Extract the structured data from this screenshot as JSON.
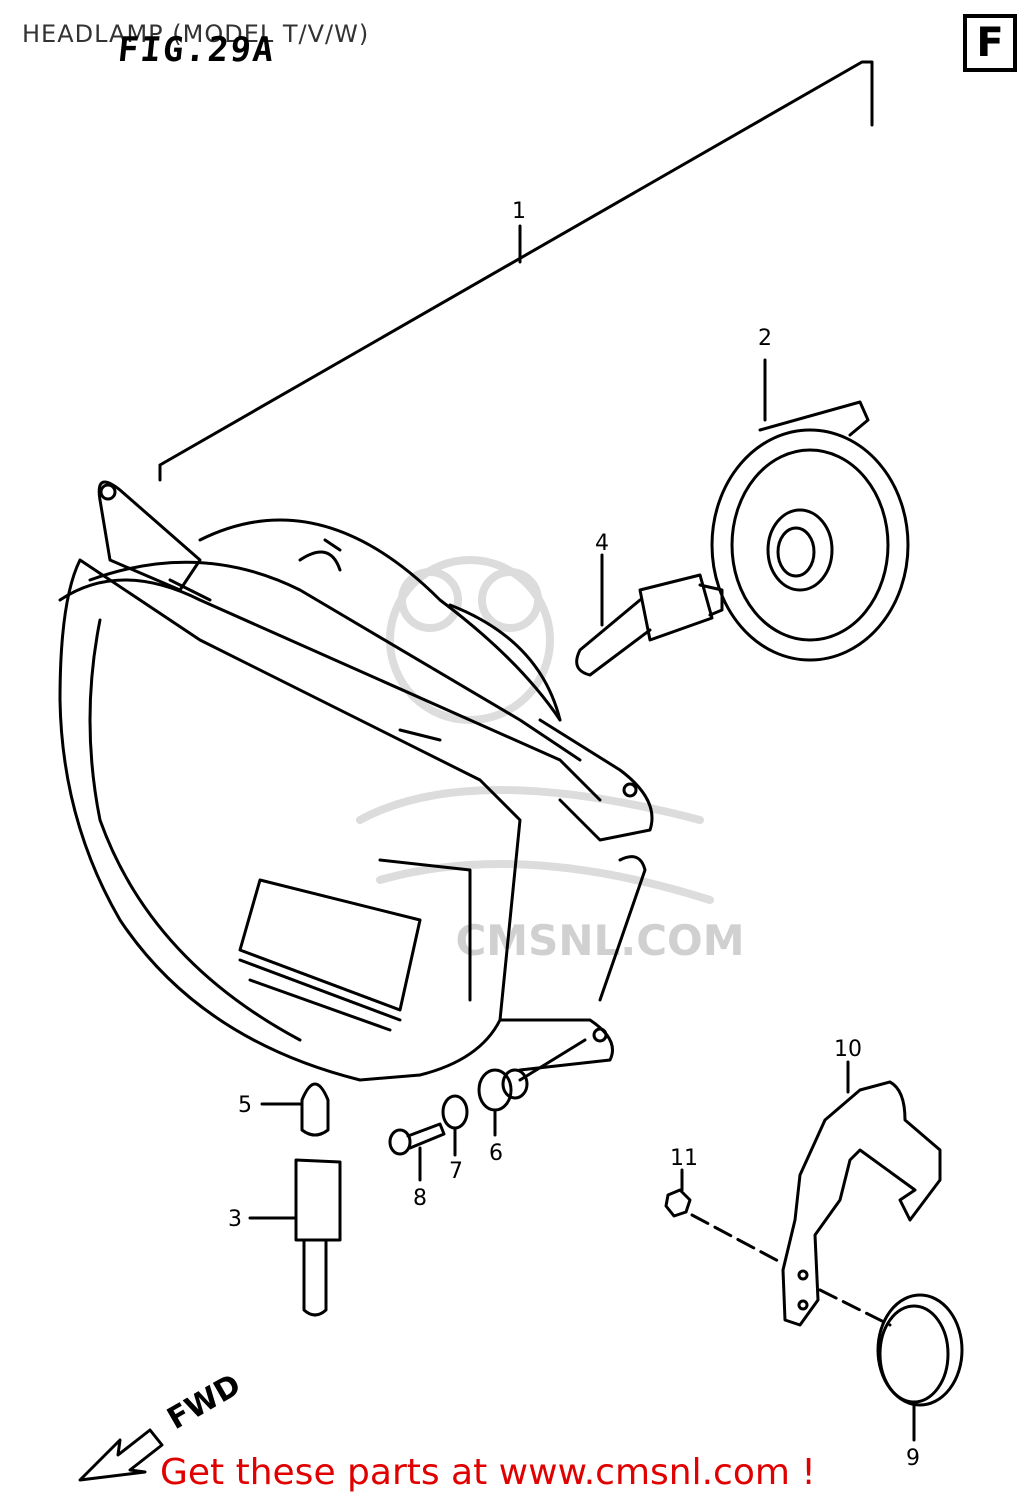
{
  "header": {
    "title": "HEADLAMP (MODEL T/V/W)",
    "figure": "FIG.29A",
    "section_letter": "F"
  },
  "callouts": [
    "1",
    "2",
    "3",
    "4",
    "5",
    "6",
    "7",
    "8",
    "9",
    "10",
    "11"
  ],
  "watermark": "CMSNL.COM",
  "direction_label": "FWD",
  "footer": {
    "cta": "Get these parts at www.cmsnl.com !"
  },
  "colors": {
    "cta": "#e00000",
    "line": "#000000",
    "watermark": "#d0d0d0"
  }
}
